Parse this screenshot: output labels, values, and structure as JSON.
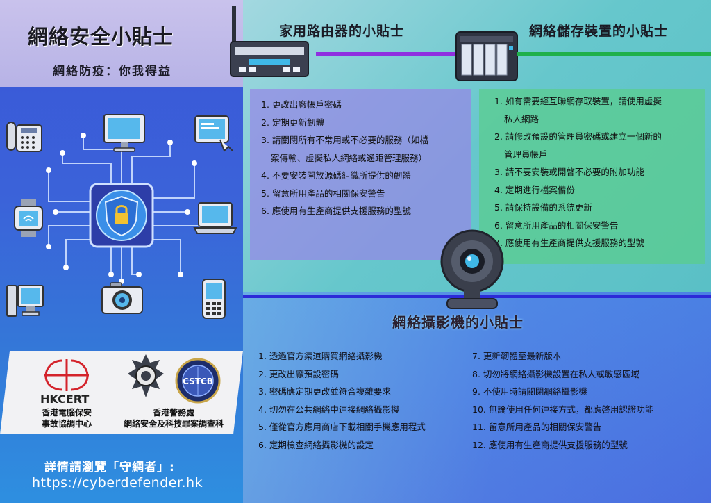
{
  "header": {
    "title": "網絡安全小貼士",
    "subtitle": "網絡防疫：你我得益"
  },
  "router": {
    "title": "家用路由器的小貼士",
    "tips": [
      {
        "lines": [
          "1. 更改出廠帳戶密碼"
        ]
      },
      {
        "lines": [
          "2. 定期更新韌體"
        ]
      },
      {
        "lines": [
          "3. 請關閉所有不常用或不必要的服務（如檔",
          "案傳輸、虛擬私人網絡或遙距管理服務）"
        ]
      },
      {
        "lines": [
          "4. 不要安裝開放源碼組織所提供的韌體"
        ]
      },
      {
        "lines": [
          "5. 留意所用產品的相關保安警告"
        ]
      },
      {
        "lines": [
          "6. 應使用有生產商提供支援服務的型號"
        ]
      }
    ]
  },
  "nas": {
    "title": "網絡儲存裝置的小貼士",
    "tips": [
      {
        "lines": [
          "1. 如有需要經互聯網存取裝置，請使用虛擬",
          "私人網路"
        ]
      },
      {
        "lines": [
          "2. 請修改預設的管理員密碼或建立一個新的",
          "管理員帳戶"
        ]
      },
      {
        "lines": [
          "3. 請不要安裝或開啓不必要的附加功能"
        ]
      },
      {
        "lines": [
          "4. 定期進行檔案備份"
        ]
      },
      {
        "lines": [
          "5. 請保持設備的系統更新"
        ]
      },
      {
        "lines": [
          "6. 留意所用產品的相關保安警告"
        ]
      },
      {
        "lines": [
          "7. 應使用有生產商提供支援服務的型號"
        ]
      }
    ]
  },
  "camera": {
    "title": "網絡攝影機的小貼士",
    "tips_left": [
      "1. 透過官方渠道購買網絡攝影機",
      "2. 更改出廠預設密碼",
      "3. 密碼應定期更改並符合複雜要求",
      "4. 切勿在公共網絡中連接網絡攝影機",
      "5. 僅從官方應用商店下載相關手機應用程式",
      "6. 定期檢查網絡攝影機的設定"
    ],
    "tips_right": [
      "7. 更新韌體至最新版本",
      "8. 切勿將網絡攝影機設置在私人或敏感區域",
      "9. 不使用時請關閉網絡攝影機",
      "10. 無論使用任何連接方式，都應啓用認證功能",
      "11. 留意所用產品的相關保安警告",
      "12. 應使用有生產商提供支援服務的型號"
    ]
  },
  "logos": {
    "hkcert_word": "HKCERT",
    "hkcert_name_1": "香港電腦保安",
    "hkcert_name_2": "事故協調中心",
    "police_name_1": "香港警務處",
    "police_name_2": "網絡安全及科技罪案調查科",
    "cstcb_mark": "CSTCB"
  },
  "footer": {
    "visit": "詳情請瀏覽「守網者」:",
    "url": "https://cyberdefender.hk"
  },
  "colors": {
    "router_line": "#8f2fe0",
    "nas_line": "#1fb04a",
    "camera_line": "#2c2ad8",
    "left_bg": "#3a55d8"
  },
  "icons": [
    "phone-icon",
    "monitor-icon",
    "tablet-icon",
    "smartwatch-icon",
    "laptop-icon",
    "desktop-icon",
    "camera-icon",
    "mobile-phone-icon",
    "shield-lock-icon",
    "router-icon",
    "nas-icon",
    "webcam-icon"
  ]
}
